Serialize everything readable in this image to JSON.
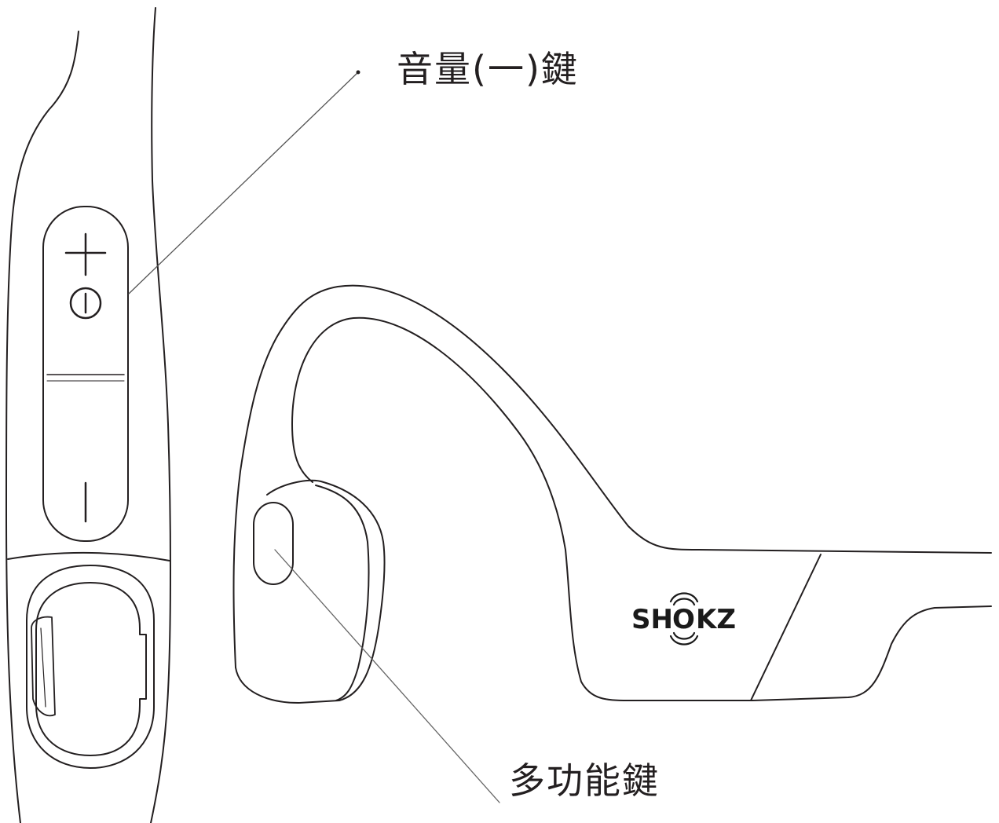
{
  "callouts": {
    "volume_minus_key": "音量(一)鍵",
    "multifunction_key": "多功能鍵"
  },
  "brand": {
    "left": "SH",
    "middle": "O",
    "right": "KZ"
  },
  "buttons": {
    "plus_symbol": "+",
    "minus_symbol": "I"
  },
  "colors": {
    "line": "#231f20",
    "background": "#ffffff"
  }
}
